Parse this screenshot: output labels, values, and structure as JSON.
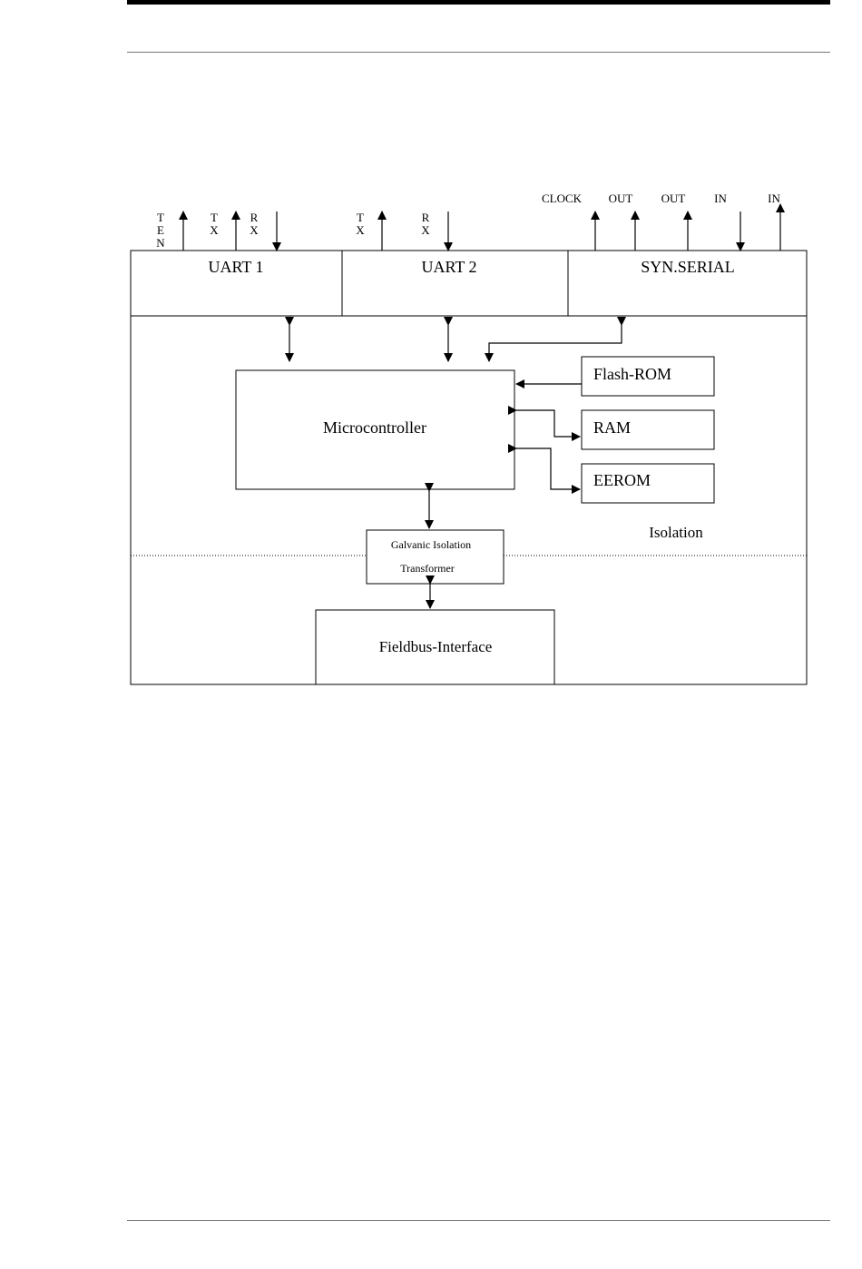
{
  "diagram": {
    "uart1": {
      "label": "UART 1",
      "signals": {
        "ten": [
          "T",
          "E",
          "N"
        ],
        "tx": [
          "T",
          "X"
        ],
        "rx": [
          "R",
          "X"
        ]
      }
    },
    "uart2": {
      "label": "UART 2",
      "signals": {
        "tx": [
          "T",
          "X"
        ],
        "rx": [
          "R",
          "X"
        ]
      }
    },
    "syn_serial": {
      "label": "SYN.SERIAL",
      "signals": [
        "CLOCK",
        "OUT",
        "OUT",
        "IN",
        "IN"
      ]
    },
    "microcontroller": "Microcontroller",
    "flash_rom": "Flash-ROM",
    "ram": "RAM",
    "eerom": "EEROM",
    "isolation_label": "Isolation",
    "galvanic": {
      "line1": "Galvanic Isolation",
      "line2": "Transformer"
    },
    "fieldbus": "Fieldbus-Interface"
  }
}
